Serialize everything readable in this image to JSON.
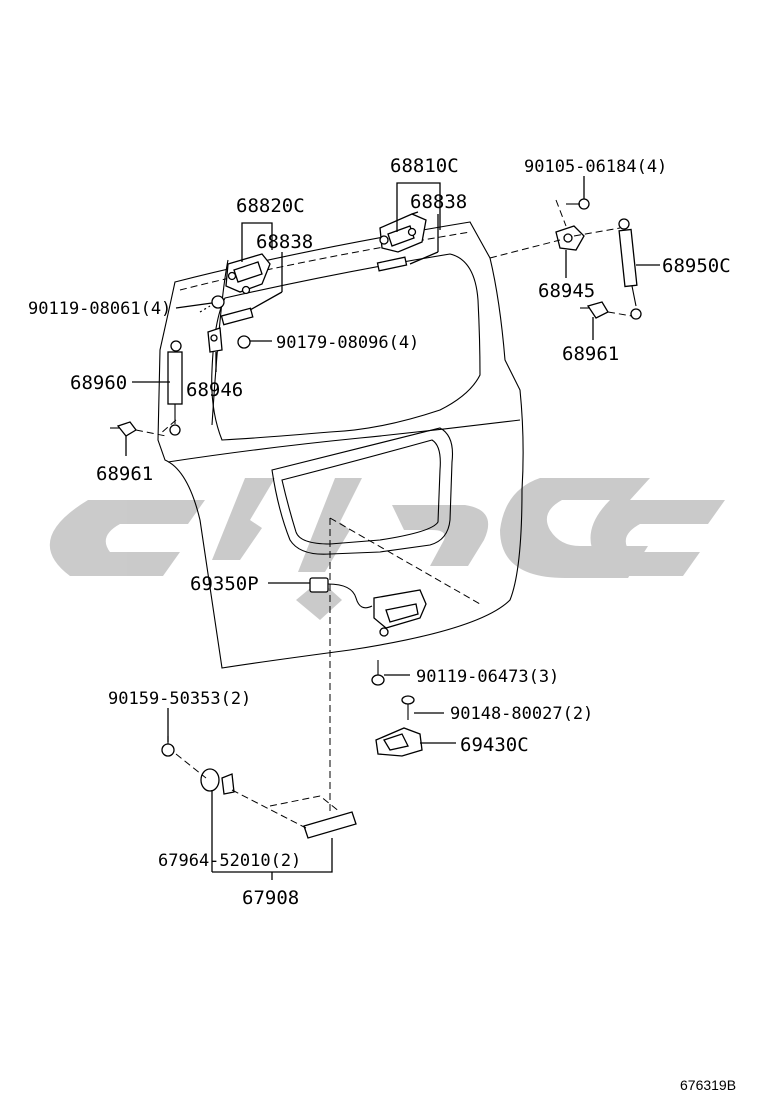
{
  "diagram": {
    "parts": {
      "hinge_right": "68810C",
      "hinge_left": "68820C",
      "hinge_seal_right": "68838",
      "hinge_seal_left": "68838",
      "bolt_top": "90105-06184(4)",
      "stay_right": "68950C",
      "stay_bracket_right": "68945",
      "stay_bolt_right": "68961",
      "bolt_left": "90119-08061(4)",
      "nut_left": "90179-08096(4)",
      "stay_left": "68960",
      "stay_bracket_left": "68946",
      "stay_bolt_left": "68961",
      "lock_assy": "69350P",
      "lock_bolt": "90119-06473(3)",
      "screw_striker": "90148-80027(2)",
      "striker": "69430C",
      "clip_grip": "90159-50353(2)",
      "grip_cover": "67964-52010(2)",
      "grip": "67908"
    },
    "watermark_color": "#c8c8c8",
    "code": "676319B"
  }
}
